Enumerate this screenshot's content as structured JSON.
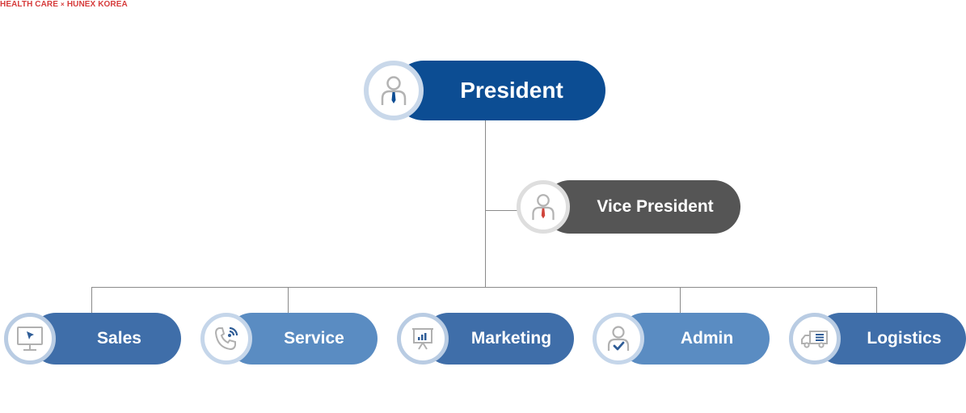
{
  "brand": {
    "left": "HEALTH CARE",
    "separator": "×",
    "right": "HUNEX KOREA",
    "color": "#d63b3b"
  },
  "org": {
    "president": {
      "label": "President",
      "icon": "person-tie-icon",
      "color": "#0c4d93"
    },
    "vice_president": {
      "label": "Vice President",
      "icon": "person-tie-icon",
      "color": "#555555"
    },
    "departments": [
      {
        "label": "Sales",
        "icon": "monitor-cursor-icon",
        "color": "#3f6ea9"
      },
      {
        "label": "Service",
        "icon": "phone-call-icon",
        "color": "#5a8cc2"
      },
      {
        "label": "Marketing",
        "icon": "presentation-chart-icon",
        "color": "#3f6ea9"
      },
      {
        "label": "Admin",
        "icon": "person-check-icon",
        "color": "#5a8cc2"
      },
      {
        "label": "Logistics",
        "icon": "delivery-truck-icon",
        "color": "#3f6ea9"
      }
    ]
  }
}
